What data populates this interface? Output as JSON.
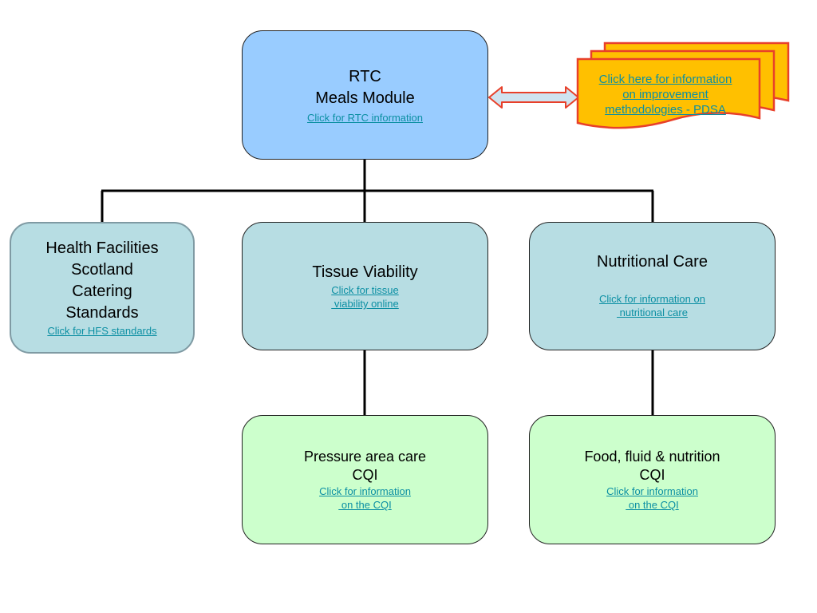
{
  "nodes": {
    "rtc": {
      "title_line1": "RTC",
      "title_line2": "Meals Module",
      "link": "Click for RTC information"
    },
    "hfs": {
      "title_line1": "Health Facilities",
      "title_line2": "Scotland",
      "title_line3": "Catering",
      "title_line4": "Standards",
      "link": "Click for HFS standards"
    },
    "tissue": {
      "title": "Tissue Viability",
      "link_line1": "Click for tissue",
      "link_line2": " viability online"
    },
    "nutrition": {
      "title": "Nutritional Care",
      "link_line1": "Click for information on",
      "link_line2": " nutritional care"
    },
    "pressure": {
      "title_line1": "Pressure area care",
      "title_line2": "CQI",
      "link_line1": "Click for information",
      "link_line2": " on the CQI"
    },
    "food": {
      "title_line1": "Food, fluid & nutrition",
      "title_line2": "CQI",
      "link_line1": "Click for information",
      "link_line2": " on the CQI"
    }
  },
  "pdsa": {
    "line1": "Click here for information",
    "line2": "on improvement",
    "line3": "methodologies - PDSA"
  },
  "colors": {
    "rtc_fill": "#99ccff",
    "level2_fill": "#b7dde3",
    "cqi_fill": "#ccffcc",
    "document_fill": "#ffc000",
    "document_border": "#e8402a",
    "link": "#0b8fa3",
    "connector": "#000000"
  }
}
